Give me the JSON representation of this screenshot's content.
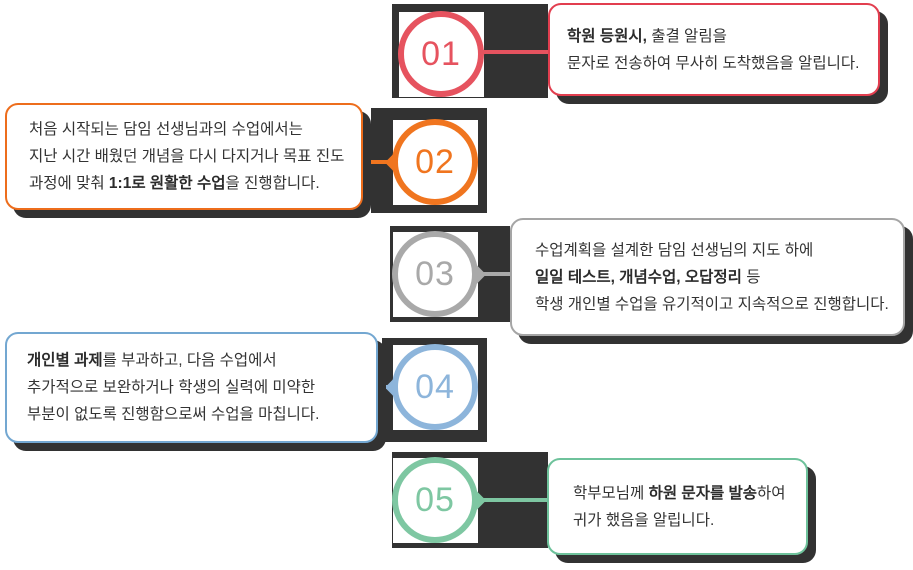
{
  "theme": {
    "background_color": "#ffffff",
    "shadow_color": "#323232",
    "text_color": "#333333"
  },
  "steps": [
    {
      "number": "01",
      "accent_color": "#e6535f",
      "box_border_color": "#e23e4f",
      "box_side": "right",
      "lines": [
        [
          {
            "t": "학원 등원시,",
            "b": true
          },
          {
            "t": " 출결 알림을",
            "b": false
          }
        ],
        [
          {
            "t": "문자로 전송하여 무사히 도착했음을 알립니다.",
            "b": false
          }
        ]
      ]
    },
    {
      "number": "02",
      "accent_color": "#f0751f",
      "box_border_color": "#ed6d1c",
      "box_side": "left",
      "lines": [
        [
          {
            "t": "처음 시작되는 담임 선생님과의 수업에서는",
            "b": false
          }
        ],
        [
          {
            "t": "지난 시간 배웠던 개념을 다시 다지거나 목표 진도",
            "b": false
          }
        ],
        [
          {
            "t": "과정에 맞춰 ",
            "b": false
          },
          {
            "t": "1:1로 원활한 수업",
            "b": true
          },
          {
            "t": "을 진행합니다.",
            "b": false
          }
        ]
      ]
    },
    {
      "number": "03",
      "accent_color": "#a9a9a9",
      "box_border_color": "#a5a5a5",
      "box_side": "right",
      "lines": [
        [
          {
            "t": "수업계획을 설계한 담임 선생님의 지도 하에",
            "b": false
          }
        ],
        [
          {
            "t": "일일 테스트, 개념수업, 오답정리",
            "b": true
          },
          {
            "t": " 등",
            "b": false
          }
        ],
        [
          {
            "t": "학생 개인별 수업을 유기적이고 지속적으로 진행합니다.",
            "b": false
          }
        ]
      ]
    },
    {
      "number": "04",
      "accent_color": "#8db5db",
      "box_border_color": "#73a7d1",
      "box_side": "left",
      "lines": [
        [
          {
            "t": "개인별 과제",
            "b": true
          },
          {
            "t": "를 부과하고, 다음 수업에서",
            "b": false
          }
        ],
        [
          {
            "t": "추가적으로 보완하거나 학생의 실력에 미약한",
            "b": false
          }
        ],
        [
          {
            "t": "부분이 없도록 진행함으로써 수업을 마칩니다.",
            "b": false
          }
        ]
      ]
    },
    {
      "number": "05",
      "accent_color": "#7ec7a2",
      "box_border_color": "#6ec29b",
      "box_side": "right",
      "lines": [
        [
          {
            "t": "학부모님께 ",
            "b": false
          },
          {
            "t": "하원 문자를 발송",
            "b": true
          },
          {
            "t": "하여",
            "b": false
          }
        ],
        [
          {
            "t": "귀가 했음을 알립니다.",
            "b": false
          }
        ]
      ]
    }
  ]
}
